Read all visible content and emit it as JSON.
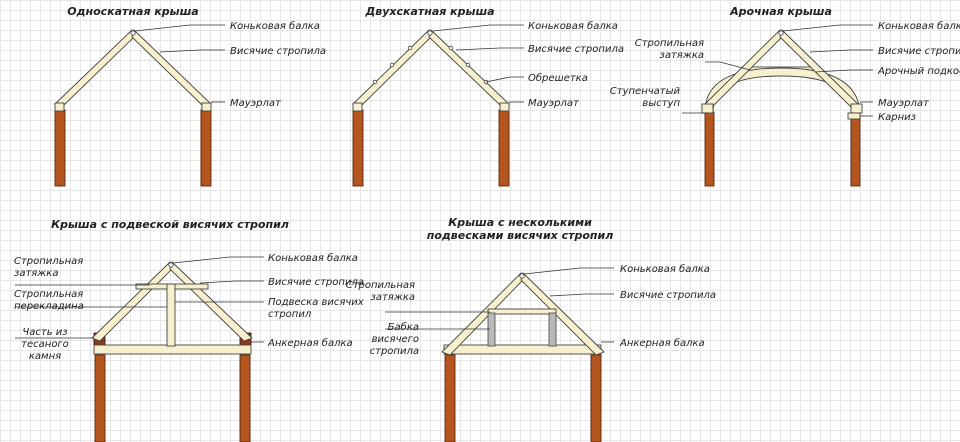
{
  "diagrams": [
    {
      "title": "Односкатная крыша",
      "labels": [
        "Коньковая балка",
        "Висячие стропила",
        "Мауэрлат"
      ]
    },
    {
      "title": "Двухскатная крыша",
      "labels": [
        "Коньковая балка",
        "Висячие стропила",
        "Обрешетка",
        "Мауэрлат"
      ]
    },
    {
      "title": "Арочная крыша",
      "labels": [
        "Коньковая балка",
        "Висячие стропила",
        "Арочный подкос",
        "Мауэрлат",
        "Карниз"
      ],
      "left_labels": [
        "Стропильная затяжка",
        "Ступенчатый выступ"
      ]
    },
    {
      "title": "Крыша с подвеской висячих стропил",
      "labels": [
        "Коньковая балка",
        "Висячие стропила",
        "Подвеска висячих стропил",
        "Анкерная балка"
      ],
      "left_labels": [
        "Стропильная затяжка",
        "Стропильная перекладина",
        "Часть из тесаного камня"
      ]
    },
    {
      "title": "Крыша с несколькими подвесками висячих стропил",
      "labels": [
        "Коньковая балка",
        "Висячие стропила",
        "Анкерная балка"
      ],
      "left_labels": [
        "Стропильная затяжка",
        "Бабка висячего стропила"
      ]
    }
  ],
  "colors": {
    "wood": "#f7f0cf",
    "post": "#b4551f",
    "stone": "#8b3a1e",
    "steel": "#b9b9b9",
    "grid": "#e6e6e6"
  }
}
